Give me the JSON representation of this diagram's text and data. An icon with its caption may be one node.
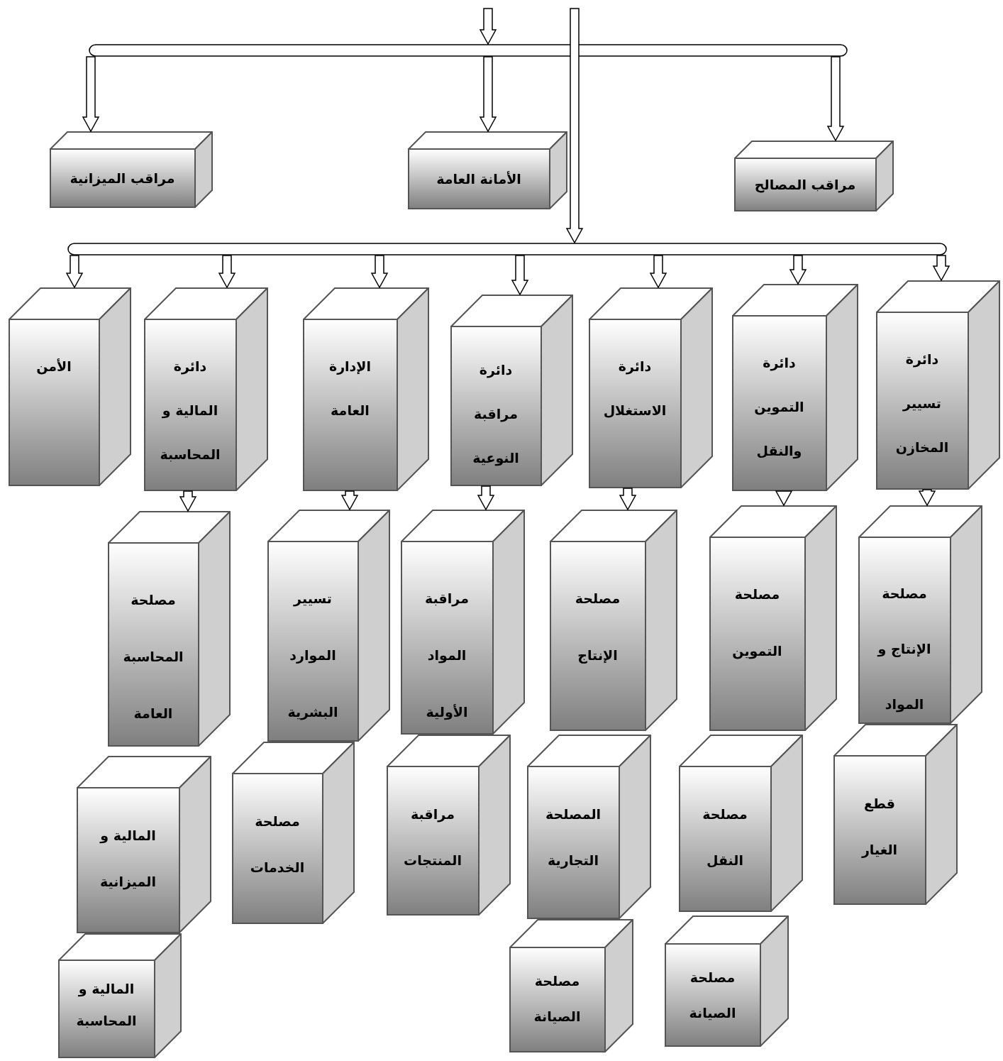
{
  "diagram": {
    "nodes": [
      {
        "text": [],
        "shape": "bar"
      },
      {
        "text": [
          "مراقب الميزانية"
        ]
      },
      {
        "text": [
          "الأمانة العامة"
        ]
      },
      {
        "text": [
          "مراقب المصالح"
        ]
      },
      {
        "text": [],
        "shape": "bar"
      },
      {
        "text": [
          "الأمن"
        ]
      },
      {
        "text": [
          "دائرة المالية و المحاسبة"
        ]
      },
      {
        "text": [
          "الإدارة العامة"
        ]
      },
      {
        "text": [
          "دائرة مراقبة النوعية"
        ]
      },
      {
        "text": [
          "دائرة الاستغلال"
        ]
      },
      {
        "text": [
          "دائرة التموين والنقل"
        ]
      },
      {
        "text": [
          "دائرة تسيير المخازن"
        ]
      },
      {
        "text": [
          "مصلحة المحاسبة العامة"
        ]
      },
      {
        "text": [
          "تسيير الموارد البشرية"
        ]
      },
      {
        "text": [
          "مراقبة المواد الأولية"
        ]
      },
      {
        "text": [
          "مصلحة الإنتاج"
        ]
      },
      {
        "text": [
          "مصلحة التموين"
        ]
      },
      {
        "text": [
          "مصلحة الإنتاج و المواد"
        ]
      },
      {
        "text": [
          "المالية و الميزانية"
        ]
      },
      {
        "text": [
          "مصلحة الخدمات"
        ]
      },
      {
        "text": [
          "مراقبة المنتجات"
        ]
      },
      {
        "text": [
          "المصلحة التجارية"
        ]
      },
      {
        "text": [
          "مصلحة النقل"
        ]
      },
      {
        "text": [
          "قطع الغيار"
        ]
      },
      {
        "text": [
          "المالية و المحاسبة"
        ]
      },
      {
        "text": [
          "مصلحة الصيانة"
        ]
      },
      {
        "text": [
          "مصلحة الصيانة"
        ]
      }
    ],
    "edges": [
      {
        "from": null,
        "to": 0,
        "arrow": "to"
      },
      {
        "from": 0,
        "to": 1,
        "arrow": "to"
      },
      {
        "from": 0,
        "to": 2,
        "arrow": "to"
      },
      {
        "from": 0,
        "to": 3,
        "arrow": "to"
      },
      {
        "from": null,
        "to": 4,
        "arrow": "to"
      },
      {
        "from": 4,
        "to": 5,
        "arrow": "to"
      },
      {
        "from": 4,
        "to": 6,
        "arrow": "to"
      },
      {
        "from": 4,
        "to": 7,
        "arrow": "to"
      },
      {
        "from": 4,
        "to": 8,
        "arrow": "to"
      },
      {
        "from": 4,
        "to": 9,
        "arrow": "to"
      },
      {
        "from": 4,
        "to": 10,
        "arrow": "to"
      },
      {
        "from": 4,
        "to": 11,
        "arrow": "to"
      },
      {
        "from": 6,
        "to": 12,
        "arrow": "to"
      },
      {
        "from": 7,
        "to": 13,
        "arrow": "to"
      },
      {
        "from": 8,
        "to": 14,
        "arrow": "to"
      },
      {
        "from": 9,
        "to": 15,
        "arrow": "to"
      },
      {
        "from": 10,
        "to": 16,
        "arrow": "to"
      },
      {
        "from": 11,
        "to": 17,
        "arrow": "to"
      }
    ]
  }
}
